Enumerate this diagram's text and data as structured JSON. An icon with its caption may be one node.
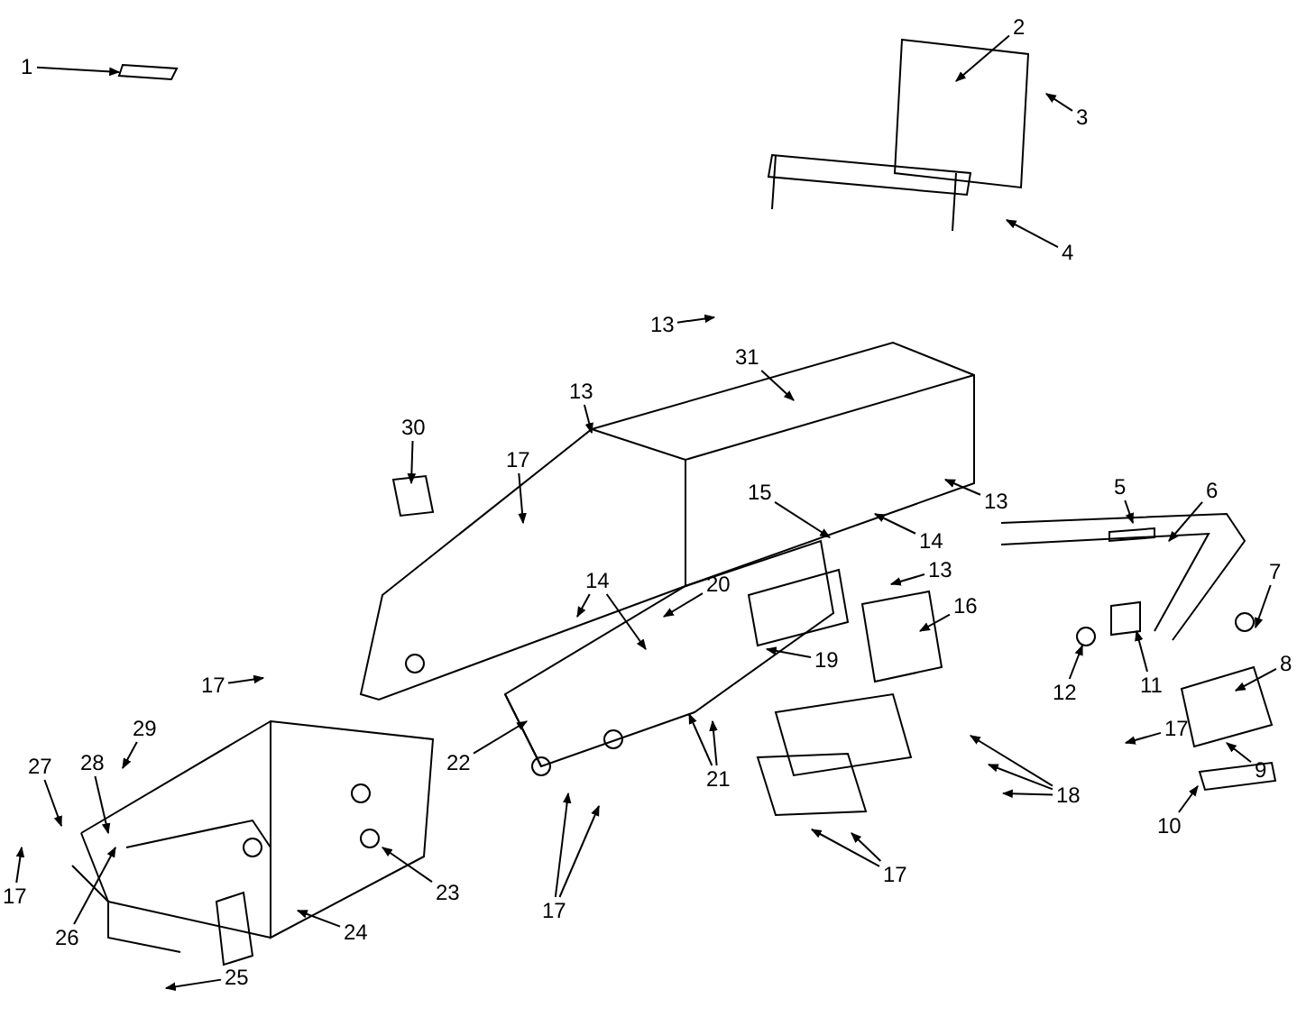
{
  "diagram": {
    "nodes": [
      {
        "text": [
          "2"
        ]
      },
      {
        "text": [
          "1"
        ]
      },
      {
        "text": [
          "3"
        ]
      },
      {
        "text": [
          "4"
        ]
      },
      {
        "text": [
          "13"
        ]
      },
      {
        "text": [
          "31"
        ]
      },
      {
        "text": [
          "13"
        ]
      },
      {
        "text": [
          "30"
        ]
      },
      {
        "text": [
          "17"
        ]
      },
      {
        "text": [
          "5"
        ]
      },
      {
        "text": [
          "6"
        ]
      },
      {
        "text": [
          "15"
        ]
      },
      {
        "text": [
          "13"
        ]
      },
      {
        "text": [
          "14"
        ]
      },
      {
        "text": [
          "7"
        ]
      },
      {
        "text": [
          "13"
        ]
      },
      {
        "text": [
          "14"
        ]
      },
      {
        "text": [
          "20"
        ]
      },
      {
        "text": [
          "16"
        ]
      },
      {
        "text": [
          "19"
        ]
      },
      {
        "text": [
          "8"
        ]
      },
      {
        "text": [
          "12"
        ]
      },
      {
        "text": [
          "11"
        ]
      },
      {
        "text": [
          "17"
        ]
      },
      {
        "text": [
          "17"
        ]
      },
      {
        "text": [
          "29"
        ]
      },
      {
        "text": [
          "27"
        ]
      },
      {
        "text": [
          "28"
        ]
      },
      {
        "text": [
          "22"
        ]
      },
      {
        "text": [
          "9"
        ]
      },
      {
        "text": [
          "21"
        ]
      },
      {
        "text": [
          "18"
        ]
      },
      {
        "text": [
          "10"
        ]
      },
      {
        "text": [
          "17"
        ]
      },
      {
        "text": [
          "23"
        ]
      },
      {
        "text": [
          "17"
        ]
      },
      {
        "text": [
          "17"
        ]
      },
      {
        "text": [
          "24"
        ]
      },
      {
        "text": [
          "26"
        ]
      },
      {
        "text": [
          "25"
        ]
      }
    ],
    "edges": [
      {
        "from": 0,
        "to": null,
        "arrow": "to"
      },
      {
        "from": 1,
        "to": null,
        "arrow": "to"
      },
      {
        "from": 2,
        "to": null,
        "arrow": "to"
      },
      {
        "from": 3,
        "to": null,
        "arrow": "to"
      },
      {
        "from": 4,
        "to": null,
        "arrow": "to"
      },
      {
        "from": 5,
        "to": null,
        "arrow": "to"
      },
      {
        "from": 6,
        "to": null,
        "arrow": "to"
      },
      {
        "from": 7,
        "to": null,
        "arrow": "to"
      },
      {
        "from": 8,
        "to": null,
        "arrow": "to"
      },
      {
        "from": 9,
        "to": null,
        "arrow": "to"
      },
      {
        "from": 10,
        "to": null,
        "arrow": "to"
      },
      {
        "from": 11,
        "to": null,
        "arrow": "to"
      },
      {
        "from": 12,
        "to": null,
        "arrow": "to"
      },
      {
        "from": 13,
        "to": null,
        "arrow": "to"
      },
      {
        "from": 14,
        "to": null,
        "arrow": "to"
      },
      {
        "from": 15,
        "to": null,
        "arrow": "to"
      },
      {
        "from": 16,
        "to": null,
        "arrow": "to"
      },
      {
        "from": 16,
        "to": null,
        "arrow": "to"
      },
      {
        "from": 17,
        "to": null,
        "arrow": "to"
      },
      {
        "from": 18,
        "to": null,
        "arrow": "to"
      },
      {
        "from": 19,
        "to": null,
        "arrow": "to"
      },
      {
        "from": 20,
        "to": null,
        "arrow": "to"
      },
      {
        "from": 21,
        "to": null,
        "arrow": "to"
      },
      {
        "from": 22,
        "to": null,
        "arrow": "to"
      },
      {
        "from": 23,
        "to": null,
        "arrow": "to"
      },
      {
        "from": 24,
        "to": null,
        "arrow": "to"
      },
      {
        "from": 25,
        "to": null,
        "arrow": "to"
      },
      {
        "from": 26,
        "to": null,
        "arrow": "to"
      },
      {
        "from": 27,
        "to": null,
        "arrow": "to"
      },
      {
        "from": 28,
        "to": null,
        "arrow": "to"
      },
      {
        "from": 29,
        "to": null,
        "arrow": "to"
      },
      {
        "from": 30,
        "to": null,
        "arrow": "to"
      },
      {
        "from": 30,
        "to": null,
        "arrow": "to"
      },
      {
        "from": 31,
        "to": null,
        "arrow": "to"
      },
      {
        "from": 31,
        "to": null,
        "arrow": "to"
      },
      {
        "from": 31,
        "to": null,
        "arrow": "to"
      },
      {
        "from": 32,
        "to": null,
        "arrow": "to"
      },
      {
        "from": 33,
        "to": null,
        "arrow": "to"
      },
      {
        "from": 33,
        "to": null,
        "arrow": "to"
      },
      {
        "from": 34,
        "to": null,
        "arrow": "to"
      },
      {
        "from": 35,
        "to": null,
        "arrow": "to"
      },
      {
        "from": 36,
        "to": null,
        "arrow": "to"
      },
      {
        "from": 36,
        "to": null,
        "arrow": "to"
      },
      {
        "from": 37,
        "to": null,
        "arrow": "to"
      },
      {
        "from": 38,
        "to": null,
        "arrow": "to"
      },
      {
        "from": 39,
        "to": null,
        "arrow": "to"
      }
    ]
  }
}
